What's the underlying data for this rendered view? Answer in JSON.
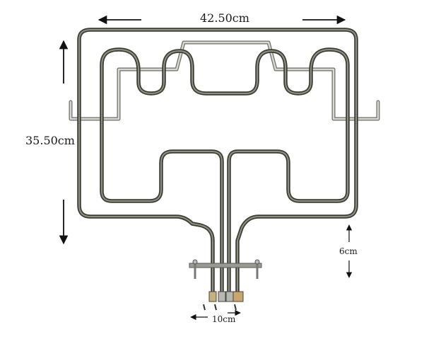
{
  "dimensions": {
    "width_label": "42.50cm",
    "height_label": "35.50cm",
    "terminal_depth_label": "6cm",
    "terminal_spacing_label": "10cm"
  },
  "colors": {
    "element_outer": "#3b3b36",
    "element_inner": "#8f907f",
    "bracket_outer": "#6e6e68",
    "bracket_inner": "#d8d8d2",
    "arrow": "#111111",
    "background": "#ffffff"
  }
}
